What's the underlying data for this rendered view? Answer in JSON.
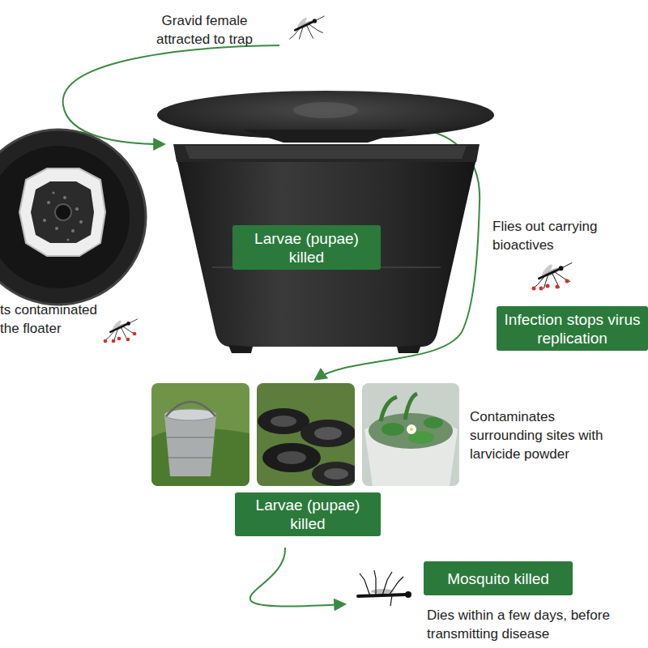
{
  "diagram": {
    "nodes": [
      {
        "text": [
          "Larvae (pupae) killed"
        ]
      },
      {
        "text": [
          "Infection stops virus replication"
        ]
      },
      {
        "text": [
          "Larvae (pupae) killed"
        ]
      },
      {
        "text": [
          "Mosquito killed"
        ]
      }
    ],
    "labels": [
      "Gravid female attracted to trap",
      "ts contaminated the floater",
      "Flies out carrying bioactives",
      "Contaminates surrounding sites with larvicide powder",
      "Dies within a few days, before transmitting disease"
    ]
  }
}
